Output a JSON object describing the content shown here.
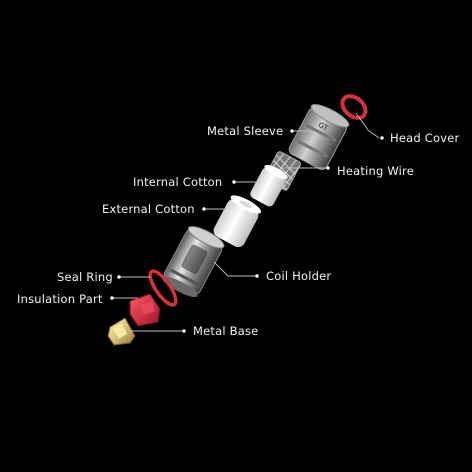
{
  "labels": {
    "metal_sleeve": "Metal Sleeve",
    "head_cover": "Head Cover",
    "heating_wire": "Heating Wire",
    "internal_cotton": "Internal Cotton",
    "external_cotton": "External Cotton",
    "seal_ring": "Seal Ring",
    "coil_holder": "Coil Holder",
    "insulation_part": "Insulation Part",
    "metal_base": "Metal Base"
  },
  "colors": {
    "background": "#000000",
    "label_text": "#f2f2f2",
    "leader_line": "#bdbdbd",
    "seal_red": "#d8313a",
    "insulation_red": "#c9253a",
    "base_gold": "#d9c27a",
    "cotton_white": "#f4f4f4"
  }
}
